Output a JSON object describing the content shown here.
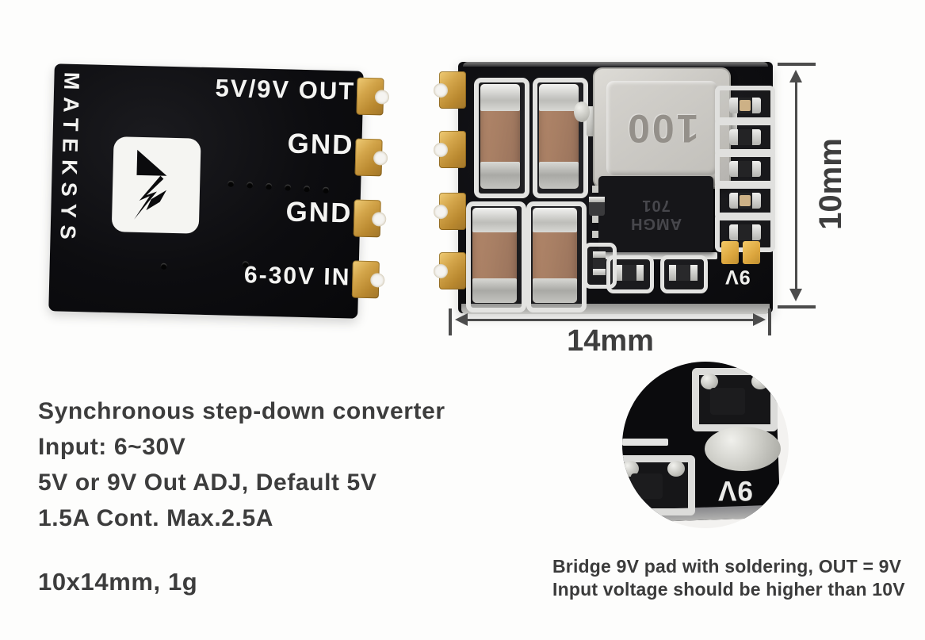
{
  "product": {
    "board_back": {
      "brand": "MATEKSYS",
      "logo_icon": "lightning-bolt-logo",
      "labels": {
        "out": "5V/9V OUT",
        "gnd_top": "GND",
        "gnd_bottom": "GND",
        "in": "6-30V IN"
      }
    },
    "board_front": {
      "inductor_marking": "100",
      "ic_marking_line1": "AMGH",
      "ic_marking_line2": "701",
      "pad_label": "9V"
    }
  },
  "dimensions": {
    "height": "10mm",
    "width": "14mm"
  },
  "specs": {
    "lines": [
      "Synchronous step-down converter",
      "Input: 6~30V",
      "5V or 9V Out ADJ, Default 5V",
      "1.5A Cont. Max.2.5A"
    ],
    "size_weight": "10x14mm, 1g"
  },
  "inset": {
    "pad_label": "9V"
  },
  "notes": {
    "lines": [
      "Bridge 9V pad with soldering, OUT = 9V",
      "Input voltage should be higher than 10V"
    ]
  },
  "colors": {
    "background": "#ffffff",
    "pcb": "#0e0e10",
    "gold_pad": "#c7983f",
    "silkscreen": "#e6e6e4",
    "capacitor_body": "#a87f64",
    "component_silver": "#cfcdc8",
    "annotation_text": "#3d3d3d"
  }
}
